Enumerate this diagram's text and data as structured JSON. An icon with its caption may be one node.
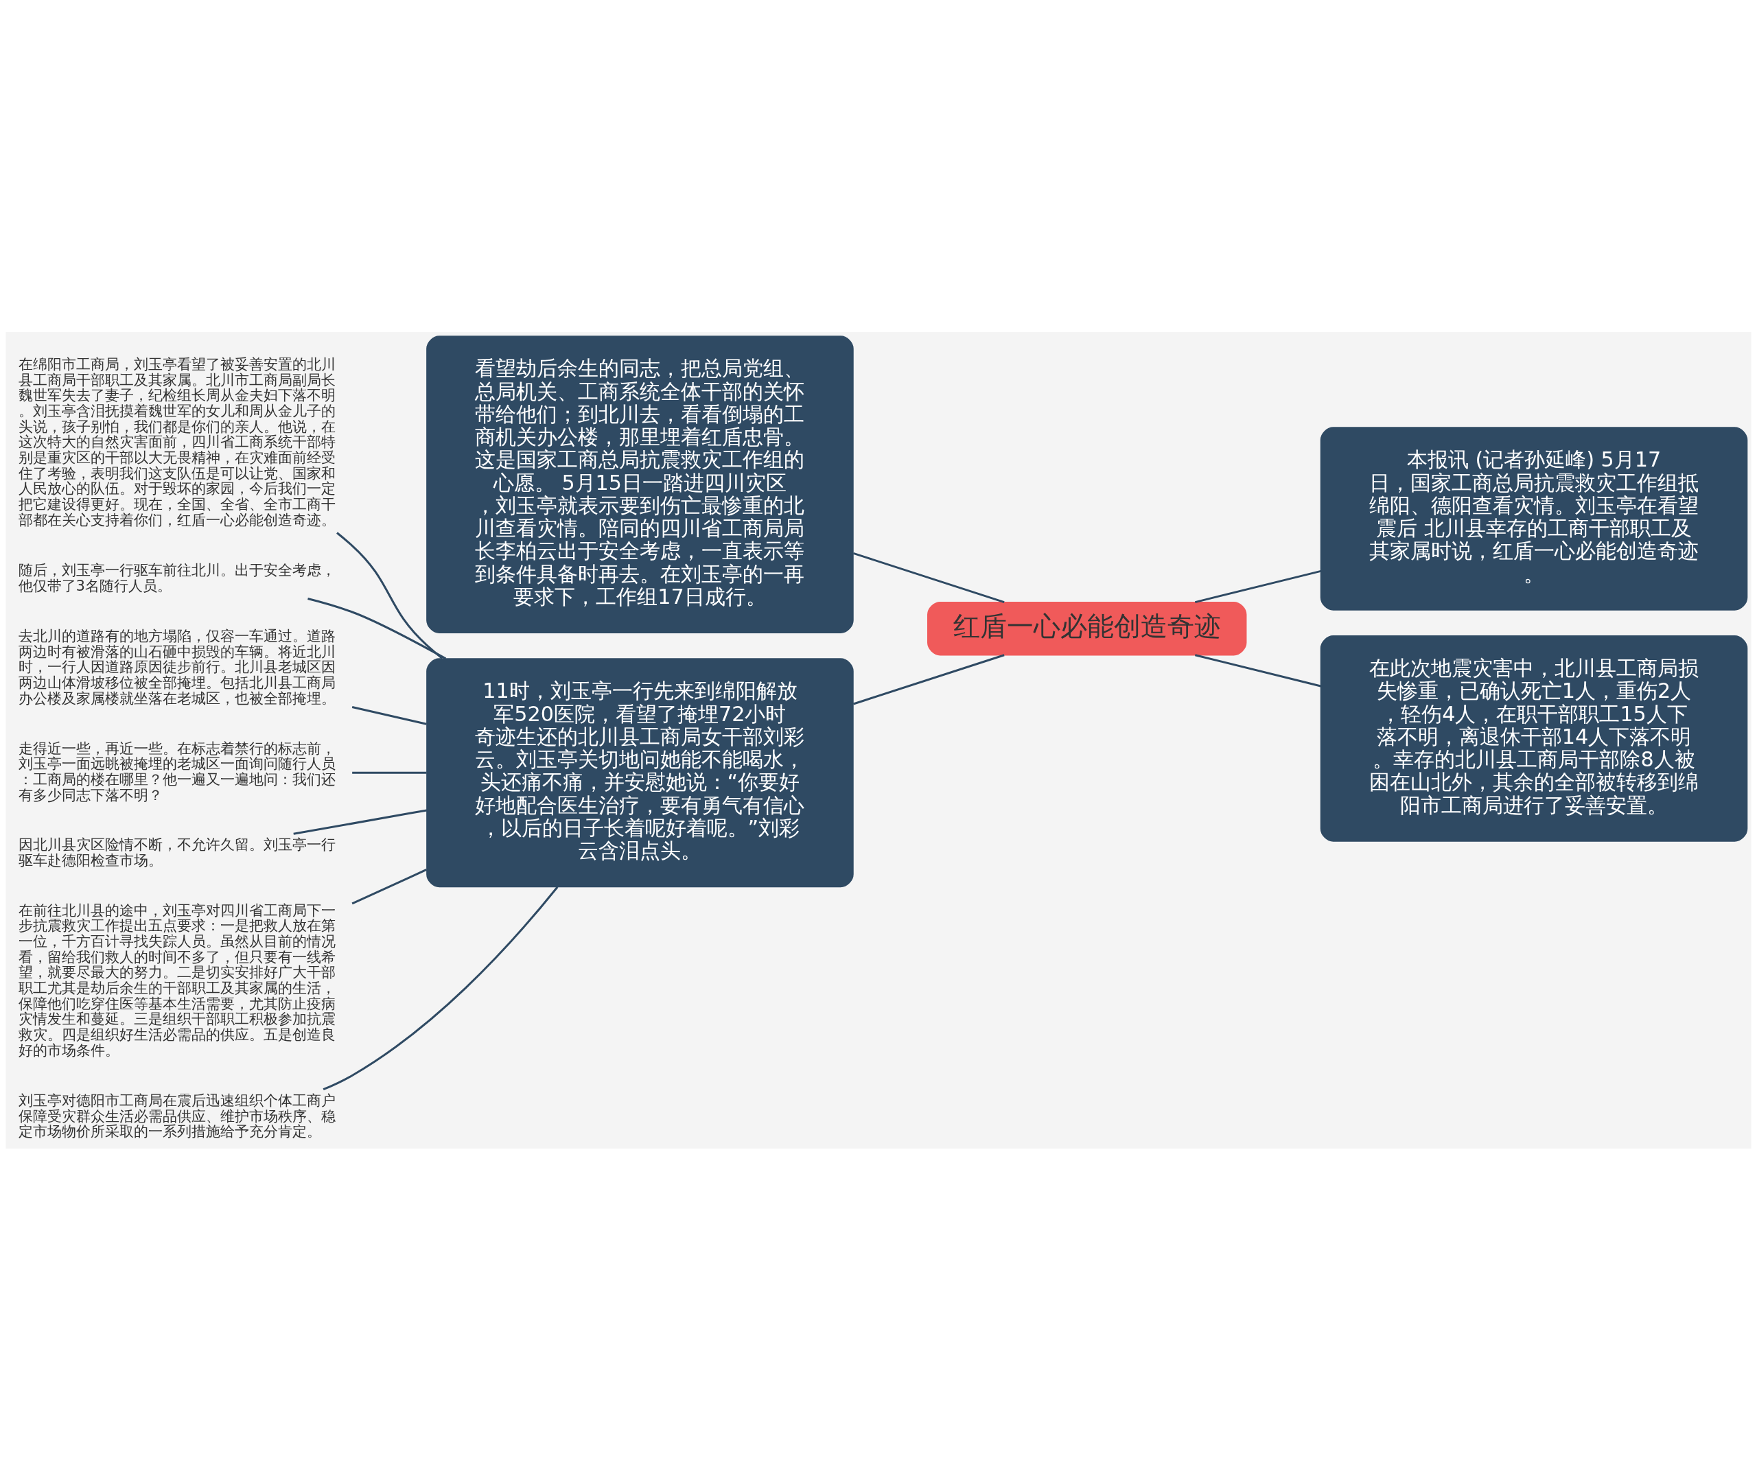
{
  "diagram": {
    "nodes": [
      {
        "text": [
          "红盾一心必能创造奇迹"
        ]
      },
      {
        "text": [
          "看望劫后余生的同志，把总局党组、总局机关、工商系统全体干部的关怀带给他们；到北川去，看看倒塌的工商机关办公楼，那里埋着红盾忠骨。这是国家工商总局抗震救灾工作组的心愿。 5月15日一踏进四川灾区，刘玉亭就表示要到伤亡最惨重的北川查看灾情。陪同的四川省工商局局长李柏云出于安全考虑，一直表示等到条件具备时再去。在刘玉亭的一再要求下，工作组17日成行。"
        ]
      },
      {
        "text": [
          "本报讯 (记者孙延峰) 5月17日，国家工商总局抗震救灾工作组抵绵阳、德阳查看灾情。刘玉亭在看望震后 北川县幸存的工商干部职工及其家属时说，红盾一心必能创造奇迹。"
        ]
      },
      {
        "text": [
          "在此次地震灾害中，北川县工商局损失惨重，已确认死亡1人，重伤2人，轻伤4人，在职干部职工15人下落不明，离退休干部14人下落不明。幸存的北川县工商局干部除8人被困在山北外，其余的全部被转移到绵阳市工商局进行了妥善安置。"
        ]
      },
      {
        "text": [
          "11时，刘玉亭一行先来到绵阳解放军520医院，看望了掩埋72小时奇迹生还的北川县工商局女干部刘彩云。刘玉亭关切地问她能不能喝水，头还痛不痛，并安慰她说：“你要好好地配合医生治疗，要有勇气有信心，以后的日子长着呢好着呢。”刘彩云含泪点头。"
        ]
      },
      {
        "text": [
          "在绵阳市工商局，刘玉亭看望了被妥善安置的北川县工商局干部职工及其家属。北川市工商局副局长魏世军失去了妻子，纪检组长周从金夫妇下落不明。刘玉亭含泪抚摸着魏世军的女儿和周从金儿子的头说，孩子别怕，我们都是你们的亲人。他说，在这次特大的自然灾害面前，四川省工商系统干部特别是重灾区的干部以大无畏精神，在灾难面前经受住了考验，表明我们这支队伍是可以让党、国家和人民放心的队伍。对于毁坏的家园，今后我们一定把它建设得更好。现在，全国、全省、全市工商干部都在关心支持着你们，红盾一心必能创造奇迹。"
        ]
      },
      {
        "text": [
          "随后，刘玉亭一行驱车前往北川。出于安全考虑，他仅带了3名随行人员。"
        ]
      },
      {
        "text": [
          "去北川的道路有的地方塌陷，仅容一车通过。道路两边时有被滑落的山石砸中损毁的车辆。将近北川时，一行人因道路原因徒步前行。北川县老城区因两边山体滑坡移位被全部掩埋。包括北川县工商局办公楼及家属楼就坐落在老城区，也被全部掩埋。"
        ]
      },
      {
        "text": [
          "走得近一些，再近一些。在标志着禁行的标志前，刘玉亭一面远眺被掩埋的老城区一面询问随行人员：工商局的楼在哪里？他一遍又一遍地问：我们还有多少同志下落不明？"
        ]
      },
      {
        "text": [
          "因北川县灾区险情不断，不允许久留。刘玉亭一行驱车赴德阳检查市场。"
        ]
      },
      {
        "text": [
          "在前往北川县的途中，刘玉亭对四川省工商局下一步抗震救灾工作提出五点要求：一是把救人放在第一位，千方百计寻找失踪人员。虽然从目前的情况看，留给我们救人的时间不多了，但只要有一线希望，就要尽最大的努力。二是切实安排好广大干部职工尤其是劫后余生的干部职工及其家属的生活，保障他们吃穿住医等基本生活需要，尤其防止疫病灾情发生和蔓延。三是组织干部职工积极参加抗震救灾。四是组织好生活必需品的供应。五是创造良好的市场条件。"
        ]
      },
      {
        "text": [
          "刘玉亭对德阳市工商局在震后迅速组织个体工商户保障受灾群众生活必需品供应、维护市场秩序、稳定市场物价所采取的一系列措施给予充分肯定。"
        ]
      }
    ],
    "edges": [
      {
        "from": 0,
        "to": 1,
        "arrow": "none"
      },
      {
        "from": 0,
        "to": 2,
        "arrow": "none"
      },
      {
        "from": 0,
        "to": 3,
        "arrow": "none"
      },
      {
        "from": 0,
        "to": 4,
        "arrow": "none"
      },
      {
        "from": 4,
        "to": 5,
        "arrow": "none"
      },
      {
        "from": 4,
        "to": 6,
        "arrow": "none"
      },
      {
        "from": 4,
        "to": 7,
        "arrow": "none"
      },
      {
        "from": 4,
        "to": 8,
        "arrow": "none"
      },
      {
        "from": 4,
        "to": 9,
        "arrow": "none"
      },
      {
        "from": 4,
        "to": 10,
        "arrow": "none"
      },
      {
        "from": 4,
        "to": 11,
        "arrow": "none"
      }
    ]
  }
}
